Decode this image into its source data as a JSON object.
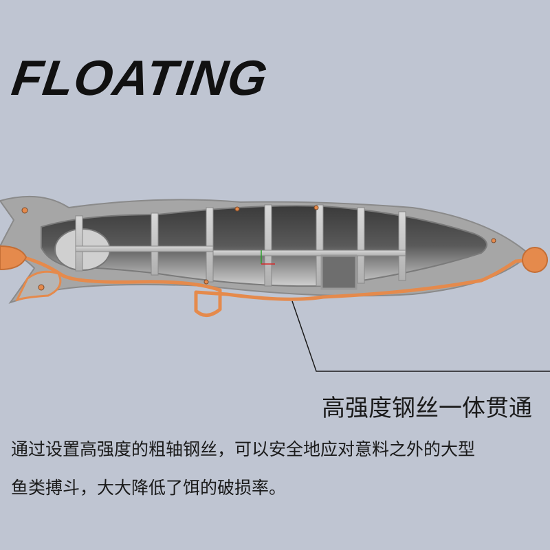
{
  "heading": "FLOATING",
  "callout": "高强度钢丝一体贯通",
  "description": {
    "line1": "通过设置高强度的粗轴钢丝，可以安全地应对意料之外的大型",
    "line2": "鱼类搏斗，大大降低了饵的破损率。"
  },
  "colors": {
    "background": "#bfc5d2",
    "shell": "#9e9e9e",
    "wire": "#e58a4c",
    "text": "#1a1a1a"
  }
}
